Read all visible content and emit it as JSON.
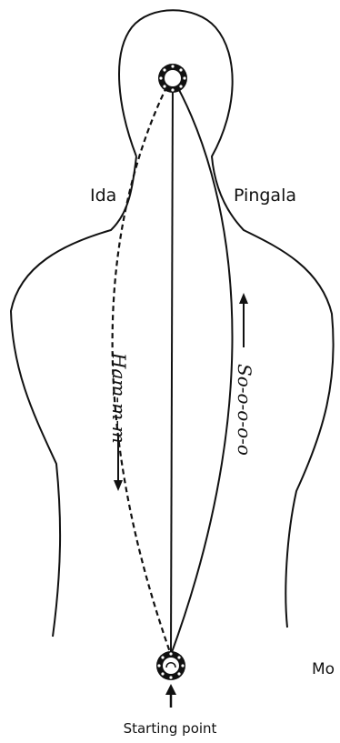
{
  "labels": {
    "left_channel": "Ida",
    "right_channel": "Pingala",
    "descending_mantra": "Ham-m-m",
    "ascending_mantra": "So-o-o-o-o",
    "start": "Starting point",
    "cutoff": "Mo"
  },
  "icons": {
    "crown": "chakra-circle-icon",
    "base": "chakra-circle-icon",
    "start_arrow": "arrow-up-icon"
  }
}
